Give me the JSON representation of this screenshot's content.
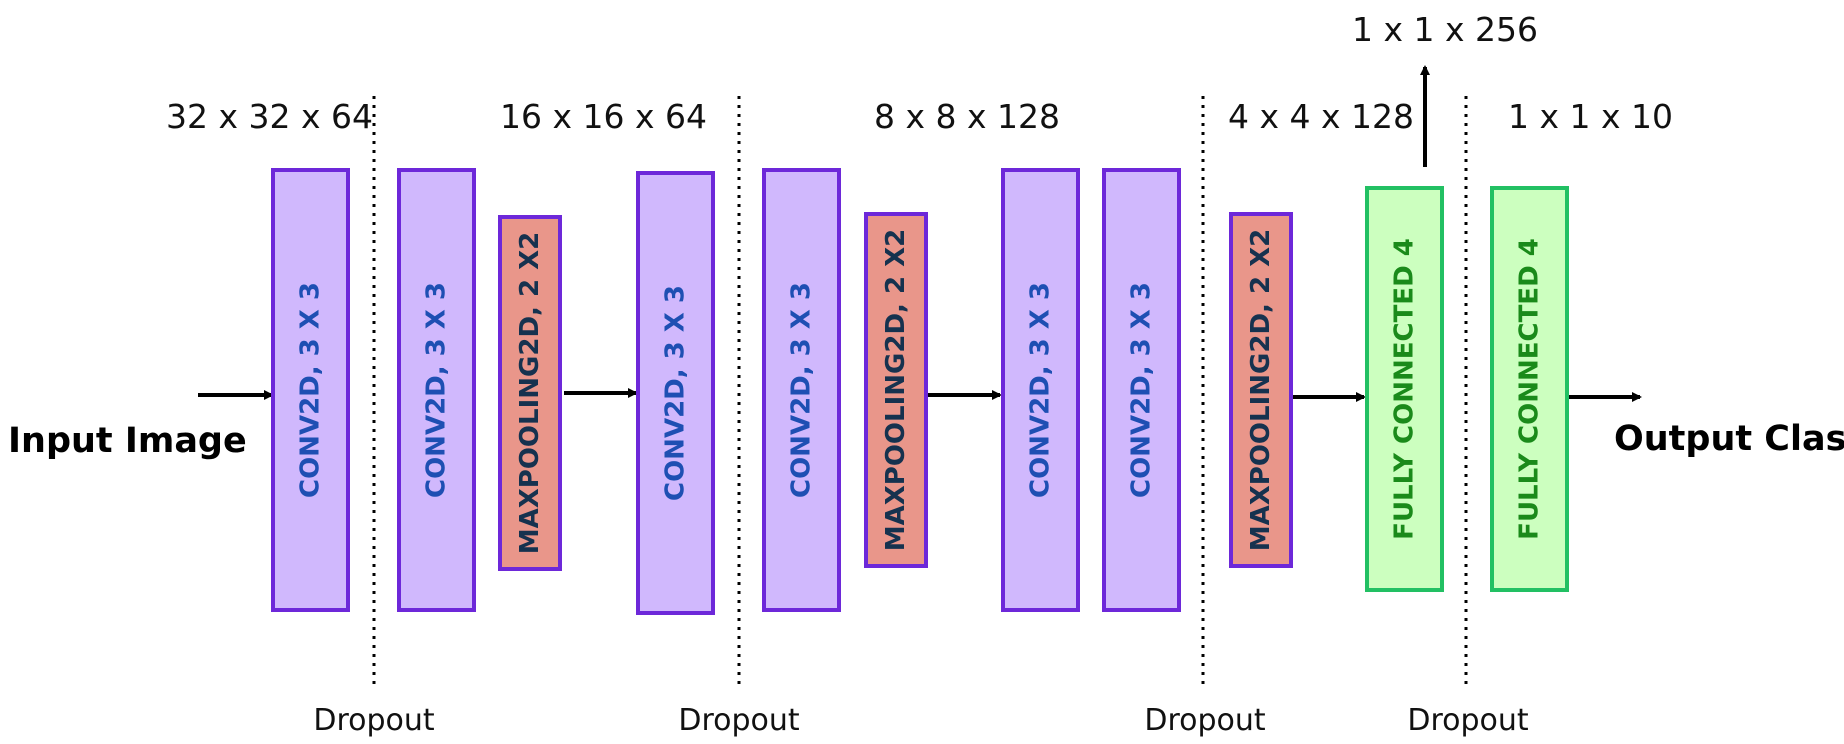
{
  "input_label": "Input Image",
  "output_label": "Output Class",
  "colors": {
    "conv_fill": "#d0b8fd",
    "conv_stroke": "#6d28d9",
    "conv_text": "#1e4fb3",
    "pool_fill": "#e9968a",
    "pool_stroke": "#6d28d9",
    "pool_text": "#16324f",
    "fc_fill": "#ccffbf",
    "fc_stroke": "#22c063",
    "fc_text": "#1a8a1a",
    "arrow": "#000000",
    "divider": "#000000"
  },
  "dimensions": [
    {
      "text": "32 x 32 x 64"
    },
    {
      "text": "16 x 16 x 64"
    },
    {
      "text": "8 x 8 x 128"
    },
    {
      "text": "4 x 4 x 128"
    },
    {
      "text": "1 x 1 x 256"
    },
    {
      "text": "1 x 1 x 10"
    }
  ],
  "dropouts": [
    {
      "text": "Dropout"
    },
    {
      "text": "Dropout"
    },
    {
      "text": "Dropout"
    },
    {
      "text": "Dropout"
    }
  ],
  "blocks": [
    {
      "kind": "conv",
      "label": "CONV2D, 3 X 3"
    },
    {
      "kind": "conv",
      "label": "CONV2D, 3 X 3"
    },
    {
      "kind": "pool",
      "label": "MAXPOOLING2D, 2 X2"
    },
    {
      "kind": "conv",
      "label": "CONV2D, 3 X 3"
    },
    {
      "kind": "conv",
      "label": "CONV2D, 3 X 3"
    },
    {
      "kind": "pool",
      "label": "MAXPOOLING2D, 2 X2"
    },
    {
      "kind": "conv",
      "label": "CONV2D, 3 X 3"
    },
    {
      "kind": "conv",
      "label": "CONV2D, 3 X 3"
    },
    {
      "kind": "pool",
      "label": "MAXPOOLING2D, 2 X2"
    },
    {
      "kind": "fc",
      "label": "FULLY CONNECTED 4"
    },
    {
      "kind": "fc",
      "label": "FULLY CONNECTED 4"
    }
  ]
}
